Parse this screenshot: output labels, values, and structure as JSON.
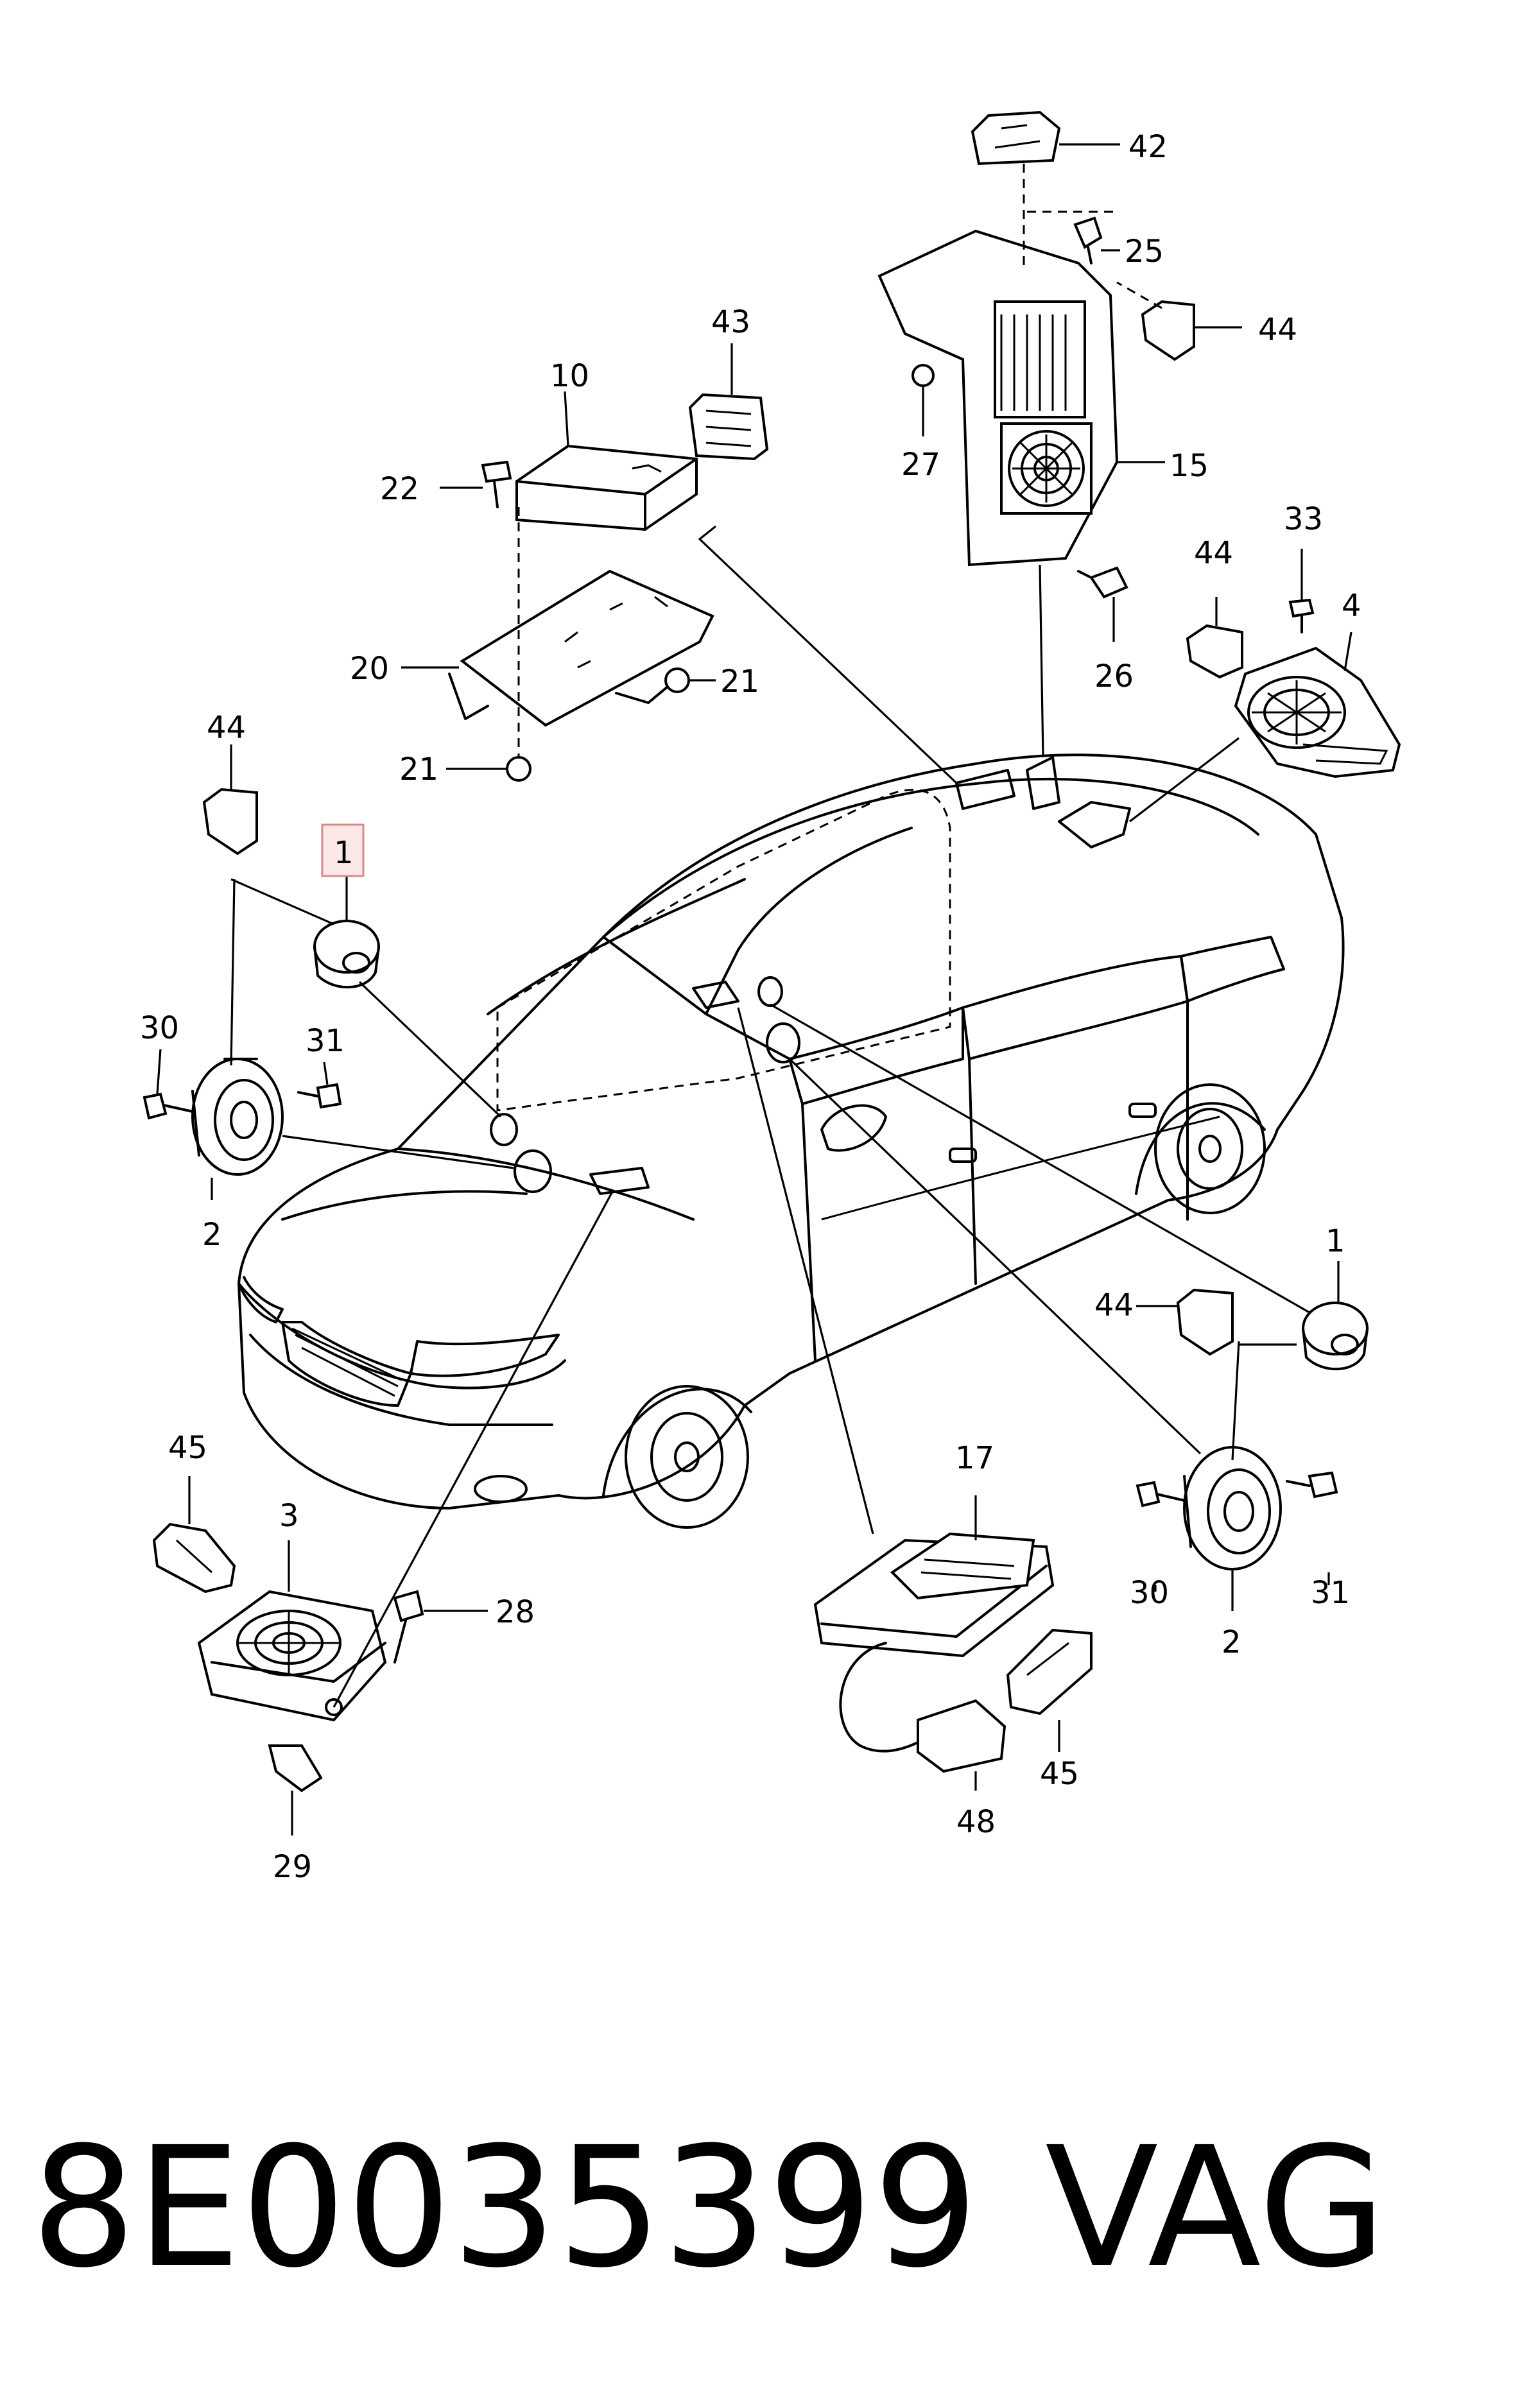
{
  "callouts": {
    "c42": "42",
    "c25": "25",
    "c44_top": "44",
    "c43": "43",
    "c10": "10",
    "c27": "27",
    "c15": "15",
    "c22": "22",
    "c33": "33",
    "c44_right": "44",
    "c4": "4",
    "c26": "26",
    "c20": "20",
    "c21_right": "21",
    "c21_left": "21",
    "c44_left": "44",
    "c1_left": "1",
    "c30_left": "30",
    "c31_left": "31",
    "c2_left": "2",
    "c1_right": "1",
    "c44_lower": "44",
    "c45_left": "45",
    "c17": "17",
    "c3": "3",
    "c28": "28",
    "c30_right": "30",
    "c31_right": "31",
    "c2_right": "2",
    "c45_right": "45",
    "c48": "48",
    "c29": "29"
  },
  "footer": {
    "part_number": "8E0035399",
    "brand": "VAG"
  },
  "colors": {
    "line": "#000000",
    "highlight_fill": "#fde8e8",
    "highlight_border": "#d88a8a"
  }
}
